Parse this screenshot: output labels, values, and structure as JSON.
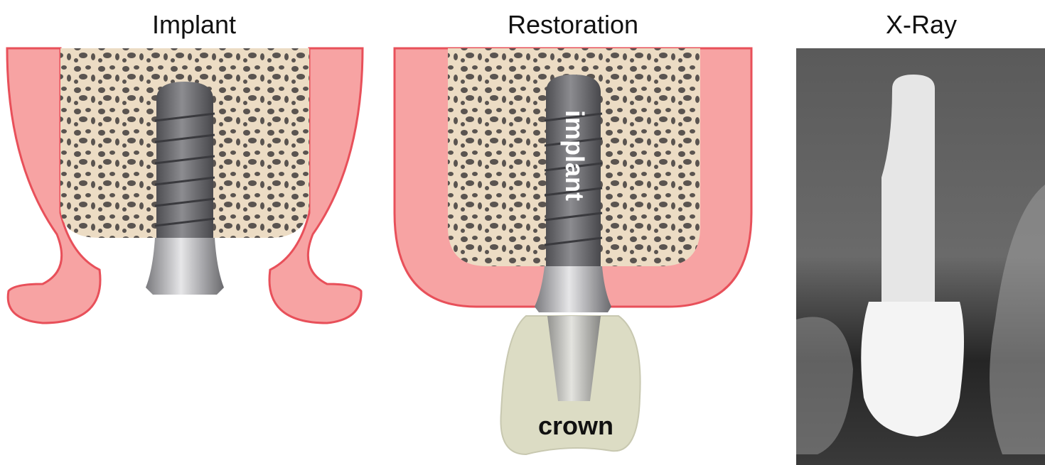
{
  "panels": [
    {
      "title": "Implant"
    },
    {
      "title": "Restoration",
      "labels": {
        "implant": "implant",
        "crown": "crown"
      }
    },
    {
      "title": "X-Ray"
    }
  ],
  "colors": {
    "gum": "#f7a3a3",
    "gum_edge": "#e8505a",
    "bone": "#ecdcc4",
    "bone_pores": "#5a5450",
    "implant": "#6e6e72",
    "abutment": "#b9b9bd",
    "crown": "#dcdcc4",
    "xray_bg": "#4a4a4a"
  }
}
